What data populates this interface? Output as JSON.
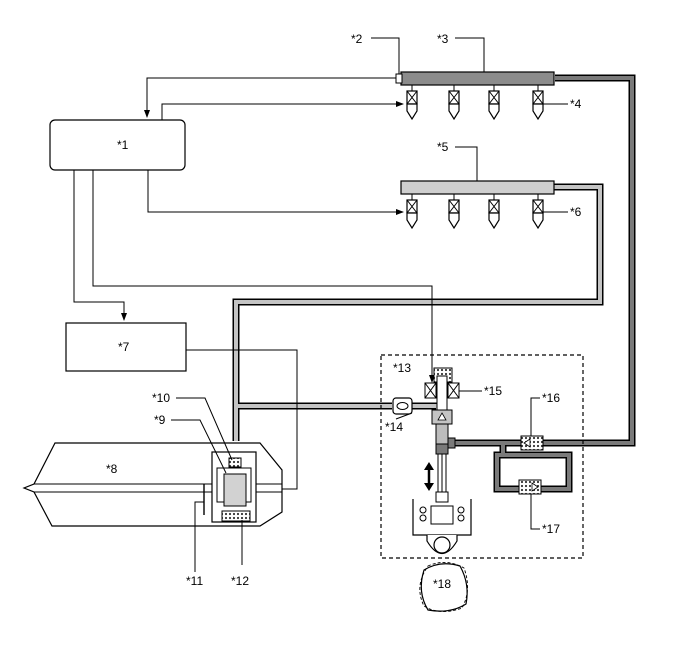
{
  "diagram": {
    "labels": {
      "l1": "*1",
      "l2": "*2",
      "l3": "*3",
      "l4": "*4",
      "l5": "*5",
      "l6": "*6",
      "l7": "*7",
      "l8": "*8",
      "l9": "*9",
      "l10": "*10",
      "l11": "*11",
      "l12": "*12",
      "l13": "*13",
      "l14": "*14",
      "l15": "*15",
      "l16": "*16",
      "l17": "*17",
      "l18": "*18"
    },
    "colors": {
      "high_pressure_line": "#7a7a7a",
      "low_pressure_line": "#c4c4c4",
      "line_outline": "#000000",
      "rail_upper": "#8c8c8c",
      "rail_lower": "#cfcfcf"
    }
  }
}
